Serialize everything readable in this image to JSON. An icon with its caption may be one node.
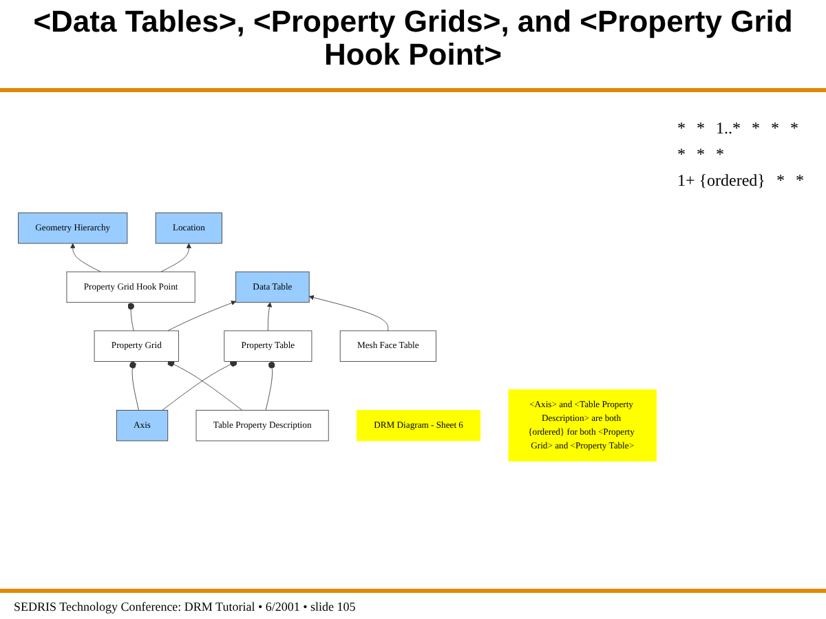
{
  "diagram": {
    "title": "<Data Tables>, <Property Grids>, and <Property Grid Hook Point>",
    "caption": "SEDRIS Technology Conference: DRM Tutorial • 6/2001 • slide 105",
    "nodes": [
      {
        "text": [
          "Geometry Hierarchy"
        ]
      },
      {
        "text": [
          "Property Grid Hook Point"
        ]
      },
      {
        "text": [
          "Data Table"
        ]
      },
      {
        "text": [
          "DRM Diagram - Sheet 6"
        ]
      },
      {
        "text": [
          "Location"
        ]
      },
      {
        "text": [
          "Property Grid"
        ]
      },
      {
        "text": [
          "Property Table"
        ]
      },
      {
        "text": [
          "Mesh Face Table"
        ]
      },
      {
        "text": [
          "Axis"
        ]
      },
      {
        "text": [
          "<Axis> and <Table Property Description> are both {ordered} for both <Property Grid> and <Property Table>"
        ]
      },
      {
        "text": [
          "Table Property Description"
        ]
      }
    ],
    "edges": [
      {
        "from": 1,
        "to": 0,
        "arrow": "to"
      },
      {
        "from": 5,
        "to": 2,
        "arrow": "to"
      },
      {
        "from": 6,
        "to": 2,
        "arrow": "to"
      },
      {
        "from": 7,
        "to": 2,
        "arrow": "to"
      },
      {
        "from": 1,
        "to": 4,
        "arrow": "to"
      },
      {
        "from": 5,
        "to": 1,
        "arrow": "other"
      },
      {
        "from": 8,
        "to": 5,
        "arrow": "other"
      },
      {
        "from": 8,
        "to": 6,
        "arrow": "other"
      },
      {
        "from": 10,
        "to": 5,
        "arrow": "other"
      },
      {
        "from": 10,
        "to": 6,
        "arrow": "other"
      }
    ],
    "labels": [
      "*",
      "*",
      "1..*",
      "*",
      "*",
      "*",
      "*",
      "*",
      "*",
      "1+ {ordered}",
      "*",
      "*"
    ]
  }
}
